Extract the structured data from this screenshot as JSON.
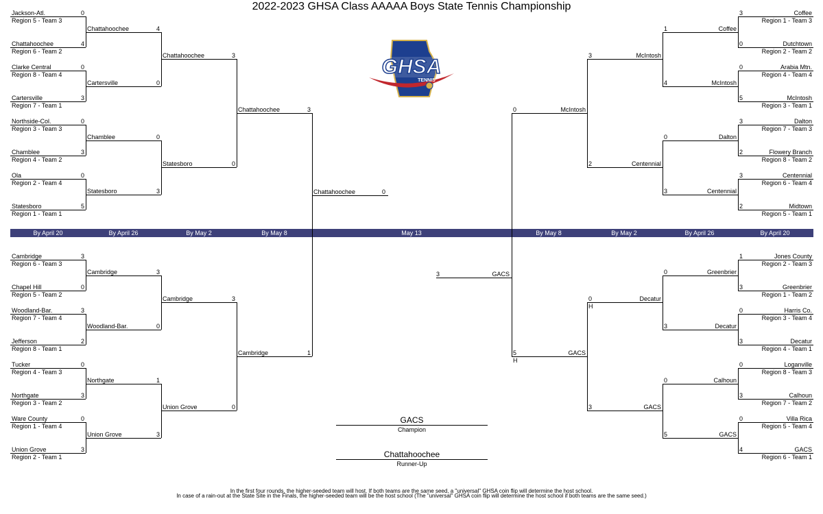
{
  "title": "2022-2023 GHSA Class AAAAA Boys State Tennis Championship",
  "logo_text": "GHSA",
  "logo_subtext": "TENNIS",
  "colors": {
    "band": "#3d4079",
    "logo_blue": "#1d3f8f",
    "logo_red": "#c1272d",
    "logo_gold": "#d6b24a"
  },
  "round_labels": [
    "By April 20",
    "By April 26",
    "By May 2",
    "By May 8",
    "May 13",
    "By May 8",
    "By May 2",
    "By April 26",
    "By April 20"
  ],
  "left_top": {
    "r1": [
      {
        "team": "Jackson-Atl.",
        "seed": "Region 5 - Team 3",
        "score": "0"
      },
      {
        "team": "Chattahoochee",
        "seed": "Region 6 - Team 2",
        "score": "4"
      },
      {
        "team": "Clarke Central",
        "seed": "Region 8 - Team 4",
        "score": "0"
      },
      {
        "team": "Cartersville",
        "seed": "Region 7 - Team 1",
        "score": "3"
      },
      {
        "team": "Northside-Col.",
        "seed": "Region 3 - Team 3",
        "score": "0"
      },
      {
        "team": "Chamblee",
        "seed": "Region 4 - Team 2",
        "score": "3"
      },
      {
        "team": "Ola",
        "seed": "Region 2 - Team 4",
        "score": "0"
      },
      {
        "team": "Statesboro",
        "seed": "Region 1 - Team 1",
        "score": "5"
      }
    ],
    "r2": [
      {
        "team": "Chattahoochee",
        "score": "4"
      },
      {
        "team": "Cartersville",
        "score": "0"
      },
      {
        "team": "Chamblee",
        "score": "0"
      },
      {
        "team": "Statesboro",
        "score": "3"
      }
    ],
    "r3": [
      {
        "team": "Chattahoochee",
        "score": "3"
      },
      {
        "team": "Statesboro",
        "score": "0"
      }
    ],
    "r4": {
      "team": "Chattahoochee",
      "score": "3"
    }
  },
  "left_bottom": {
    "r1": [
      {
        "team": "Cambridge",
        "seed": "Region 6 - Team 3",
        "score": "3"
      },
      {
        "team": "Chapel Hill",
        "seed": "Region 5 - Team 2",
        "score": "0"
      },
      {
        "team": "Woodland-Bar.",
        "seed": "Region 7 - Team 4",
        "score": "3"
      },
      {
        "team": "Jefferson",
        "seed": "Region 8 - Team 1",
        "score": "2"
      },
      {
        "team": "Tucker",
        "seed": "Region 4 - Team 3",
        "score": "0"
      },
      {
        "team": "Northgate",
        "seed": "Region 3 - Team 2",
        "score": "3"
      },
      {
        "team": "Ware County",
        "seed": "Region 1 - Team 4",
        "score": "0"
      },
      {
        "team": "Union Grove",
        "seed": "Region 2 - Team 1",
        "score": "3"
      }
    ],
    "r2": [
      {
        "team": "Cambridge",
        "score": "3"
      },
      {
        "team": "Woodland-Bar.",
        "score": "0"
      },
      {
        "team": "Northgate",
        "score": "1"
      },
      {
        "team": "Union Grove",
        "score": "3"
      }
    ],
    "r3": [
      {
        "team": "Cambridge",
        "score": "3"
      },
      {
        "team": "Union Grove",
        "score": "0"
      }
    ],
    "r4": {
      "team": "Cambridge",
      "score": "1"
    }
  },
  "right_top": {
    "r1": [
      {
        "team": "Coffee",
        "seed": "Region 1 - Team 3",
        "score": "3"
      },
      {
        "team": "Dutchtown",
        "seed": "Region 2 - Team 2",
        "score": "0"
      },
      {
        "team": "Arabia Mtn.",
        "seed": "Region 4 - Team 4",
        "score": "0"
      },
      {
        "team": "McIntosh",
        "seed": "Region 3 - Team 1",
        "score": "5"
      },
      {
        "team": "Dalton",
        "seed": "Region 7 - Team 3",
        "score": "3"
      },
      {
        "team": "Flowery Branch",
        "seed": "Region 8 - Team 2",
        "score": "2"
      },
      {
        "team": "Centennial",
        "seed": "Region 6 - Team 4",
        "score": "3"
      },
      {
        "team": "Midtown",
        "seed": "Region 5 - Team 1",
        "score": "2"
      }
    ],
    "r2": [
      {
        "team": "Coffee",
        "score": "1"
      },
      {
        "team": "McIntosh",
        "score": "4"
      },
      {
        "team": "Dalton",
        "score": "0"
      },
      {
        "team": "Centennial",
        "score": "3"
      }
    ],
    "r3": [
      {
        "team": "McIntosh",
        "score": "3"
      },
      {
        "team": "Centennial",
        "score": "2"
      }
    ],
    "r4": {
      "team": "McIntosh",
      "score": "0"
    }
  },
  "right_bottom": {
    "r1": [
      {
        "team": "Jones County",
        "seed": "Region 2 - Team 3",
        "score": "1"
      },
      {
        "team": "Greenbrier",
        "seed": "Region 1 - Team 2",
        "score": "3"
      },
      {
        "team": "Harris Co.",
        "seed": "Region 3 - Team 4",
        "score": "0"
      },
      {
        "team": "Decatur",
        "seed": "Region 4 - Team 1",
        "score": "3"
      },
      {
        "team": "Loganville",
        "seed": "Region 8 - Team 3",
        "score": "0"
      },
      {
        "team": "Calhoun",
        "seed": "Region 7 - Team 2",
        "score": "3"
      },
      {
        "team": "Villa Rica",
        "seed": "Region 5 - Team 4",
        "score": "0"
      },
      {
        "team": "GACS",
        "seed": "Region 6 - Team 1",
        "score": "4"
      }
    ],
    "r2": [
      {
        "team": "Greenbrier",
        "score": "0"
      },
      {
        "team": "Decatur",
        "score": "3"
      },
      {
        "team": "Calhoun",
        "score": "0"
      },
      {
        "team": "GACS",
        "score": "5"
      }
    ],
    "r3": [
      {
        "team": "Decatur",
        "score": "0",
        "host": "H"
      },
      {
        "team": "GACS",
        "score": "3"
      }
    ],
    "r4": {
      "team": "GACS",
      "score": "5",
      "host": "H"
    }
  },
  "finals": {
    "left": {
      "team": "Chattahoochee",
      "score": "0"
    },
    "right": {
      "team": "GACS",
      "score": "3"
    }
  },
  "champion": {
    "team": "GACS",
    "label": "Champion"
  },
  "runner_up": {
    "team": "Chattahoochee",
    "label": "Runner-Up"
  },
  "footer": [
    "In the first four rounds, the higher-seeded team will host.  If both teams are the same seed, a \"universal\" GHSA coin flip will determine the host school.",
    "In case of a rain-out at the State Site in the Finals, the higher-seeded team will be the host school (The \"universal\" GHSA coin flip will determine the host school if both teams are the same seed.)"
  ]
}
